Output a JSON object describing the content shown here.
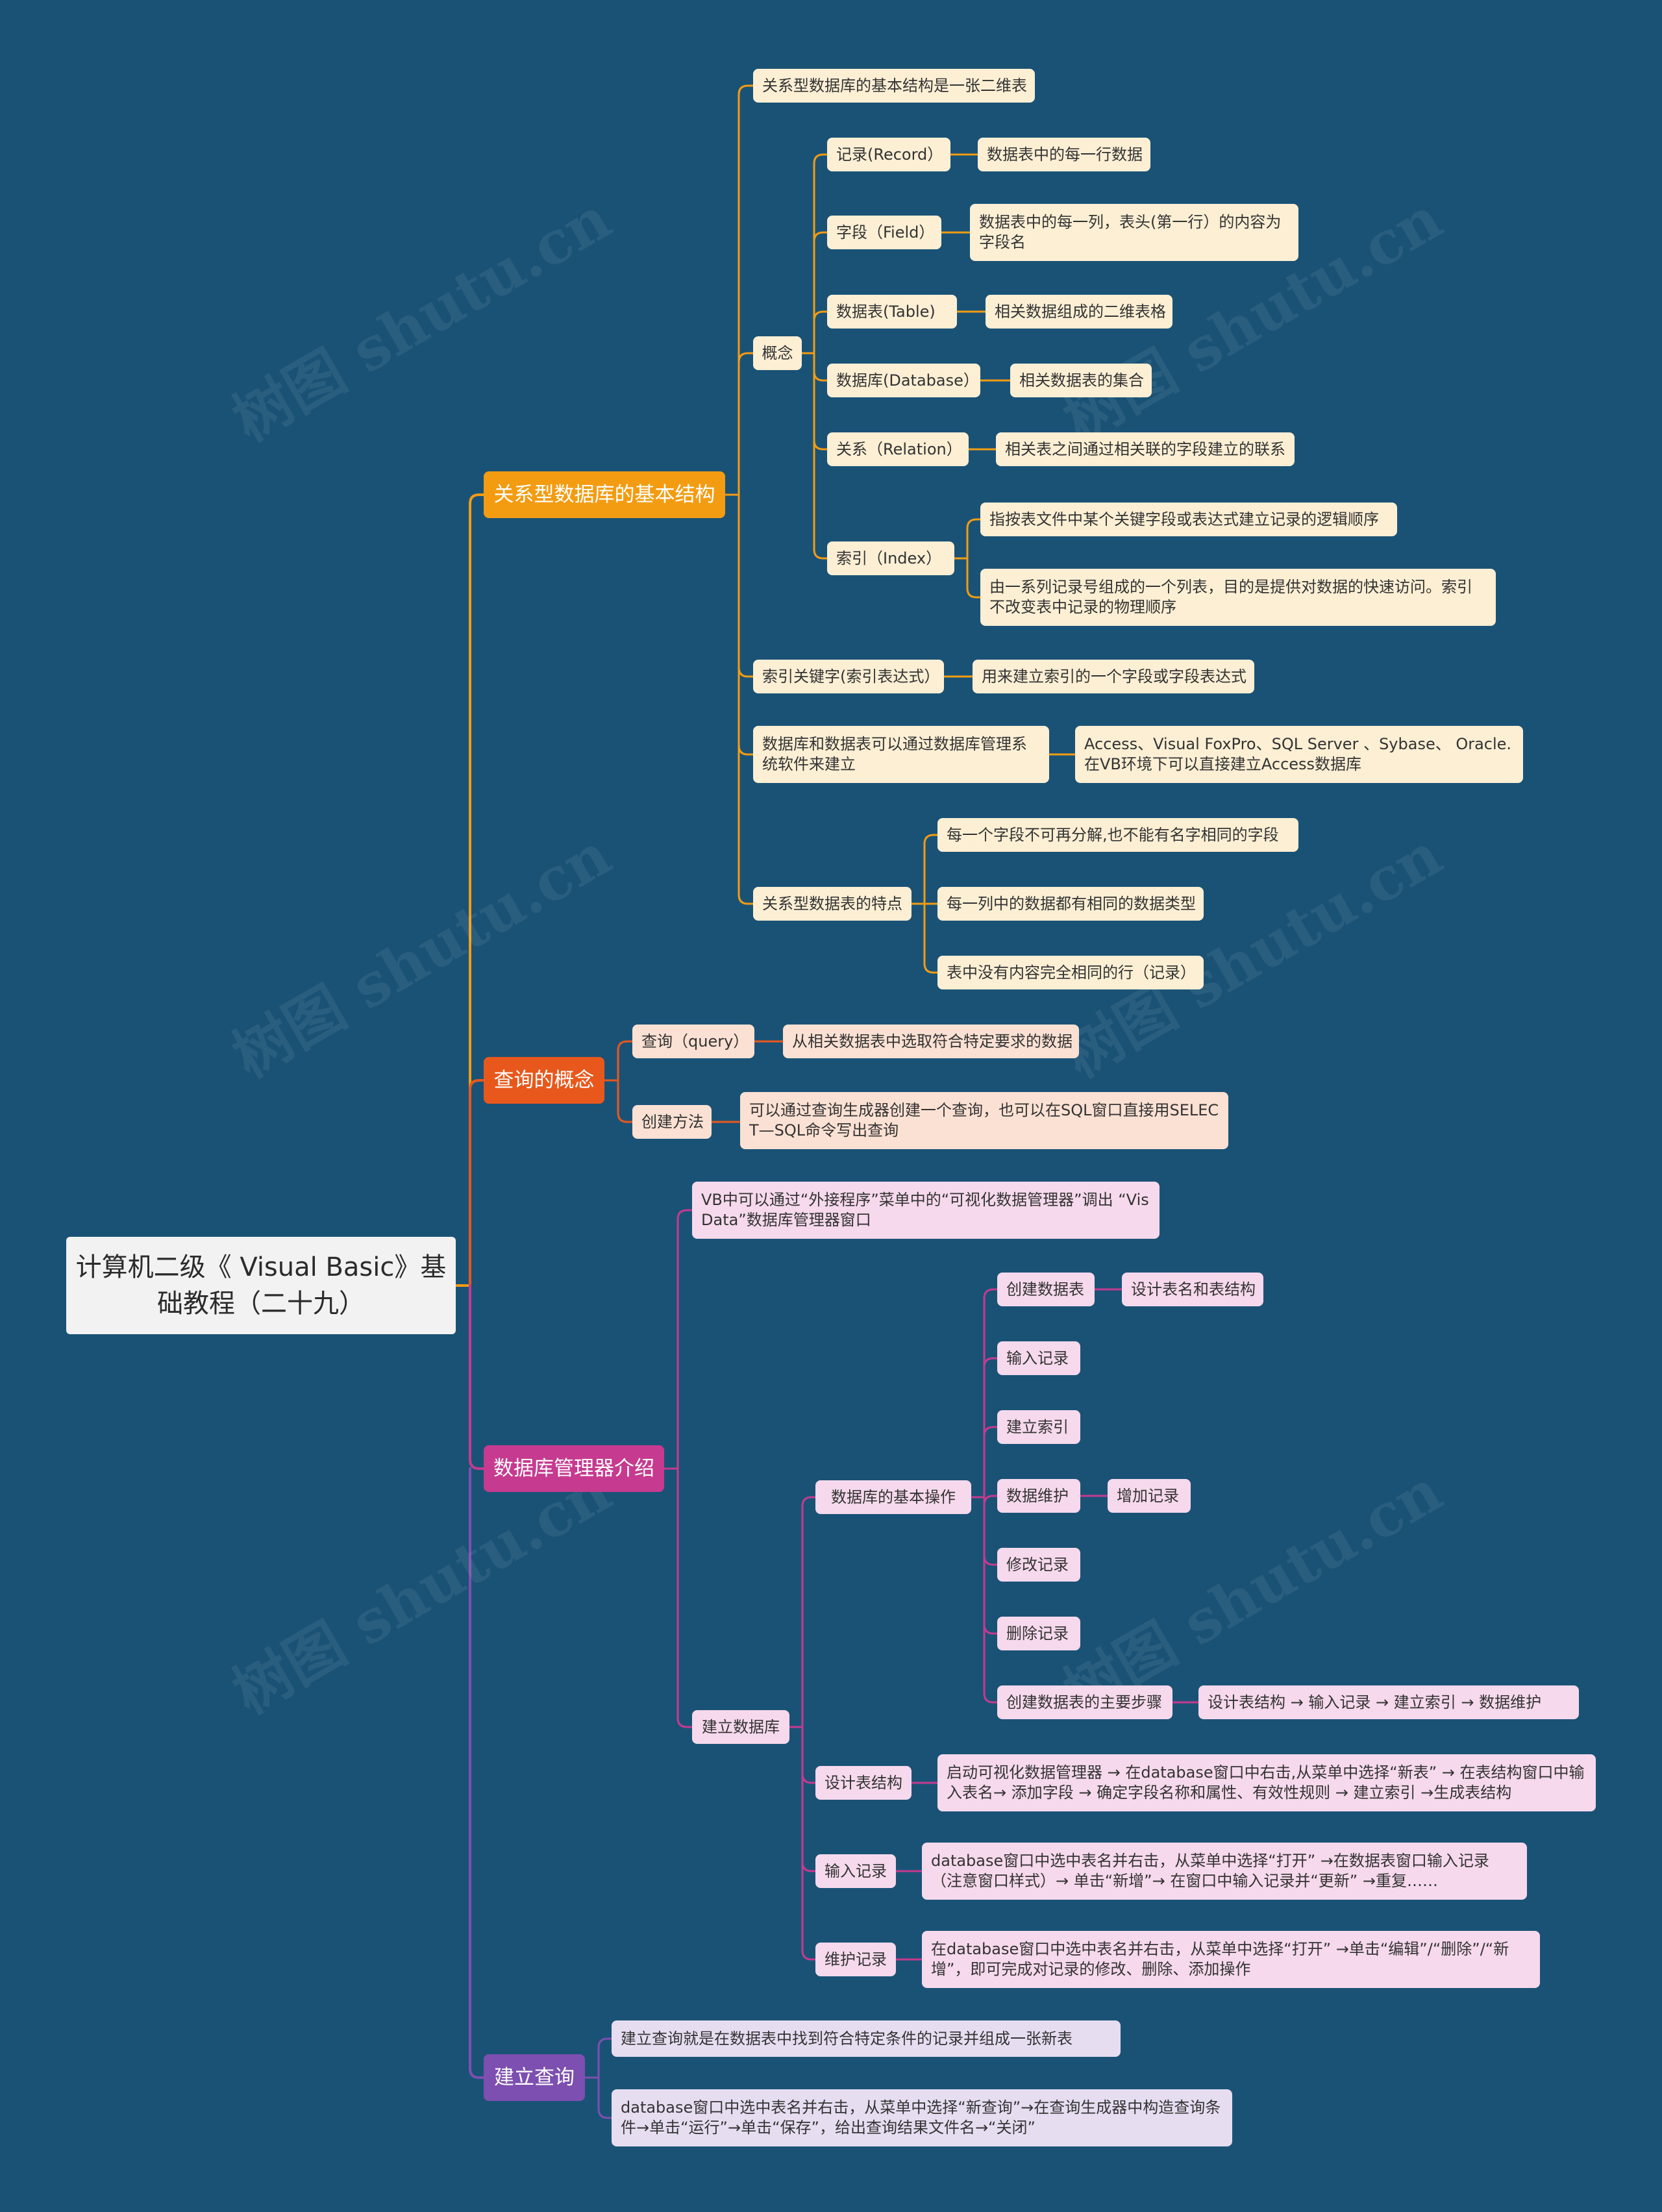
{
  "colors": {
    "background": "#1a5276",
    "branch1": "#f39c12",
    "branch2": "#e8581c",
    "branch3": "#c63a8f",
    "branch4": "#7d4fb0"
  },
  "watermark": "树图 shutu.cn",
  "root": {
    "title": "计算机二级《 Visual Basic》基础教程（二十九）"
  },
  "branch1": {
    "title": "关系型数据库的基本结构",
    "basic_structure": "关系型数据库的基本结构是一张二维表",
    "concept": {
      "label": "概念",
      "record": {
        "label": "记录(Record）",
        "desc": "数据表中的每一行数据"
      },
      "field": {
        "label": "字段（Field）",
        "desc": "数据表中的每一列，表头(第一行）的内容为字段名"
      },
      "table": {
        "label": "数据表(Table)",
        "desc": "相关数据组成的二维表格"
      },
      "database": {
        "label": "数据库(Database）",
        "desc": "相关数据表的集合"
      },
      "relation": {
        "label": "关系（Relation）",
        "desc": "相关表之间通过相关联的字段建立的联系"
      },
      "index": {
        "label": "索引（Index）",
        "desc1": "指按表文件中某个关键字段或表达式建立记录的逻辑顺序",
        "desc2": "由一系列记录号组成的一个列表，目的是提供对数据的快速访问。索引不改变表中记录的物理顺序"
      }
    },
    "index_key": {
      "label": "索引关键字(索引表达式）",
      "desc": "用来建立索引的一个字段或字段表达式"
    },
    "dbms": {
      "label": "数据库和数据表可以通过数据库管理系统软件来建立",
      "desc": "Access、Visual FoxPro、SQL Server 、Sybase、 Oracle.在VB环境下可以直接建立Access数据库"
    },
    "features": {
      "label": "关系型数据表的特点",
      "f1": "每一个字段不可再分解,也不能有名字相同的字段",
      "f2": "每一列中的数据都有相同的数据类型",
      "f3": "表中没有内容完全相同的行（记录）"
    }
  },
  "branch2": {
    "title": "查询的概念",
    "query": {
      "label": "查询（query）",
      "desc": "从相关数据表中选取符合特定要求的数据"
    },
    "method": {
      "label": "创建方法",
      "desc": "可以通过查询生成器创建一个查询，也可以在SQL窗口直接用SELECT—SQL命令写出查询"
    }
  },
  "branch3": {
    "title": "数据库管理器介绍",
    "visdata": "VB中可以通过“外接程序”菜单中的“可视化数据管理器”调出 “VisData”数据库管理器窗口",
    "build_db": "建立数据库",
    "basic_ops": {
      "label": "数据库的基本操作",
      "create_table": "创建数据表",
      "create_table_desc": "设计表名和表结构",
      "input_record": "输入记录",
      "build_index": "建立索引",
      "maintain": "数据维护",
      "add_record": "增加记录",
      "modify_record": "修改记录",
      "delete_record": "删除记录",
      "main_steps": "创建数据表的主要步骤",
      "main_steps_desc": "设计表结构 → 输入记录 → 建立索引 → 数据维护"
    },
    "design": {
      "label": "设计表结构",
      "desc": "启动可视化数据管理器 → 在database窗口中右击,从菜单中选择“新表” → 在表结构窗口中输入表名→ 添加字段 → 确定字段名称和属性、有效性规则 → 建立索引 →生成表结构"
    },
    "input": {
      "label": "输入记录",
      "desc": "database窗口中选中表名并右击，从菜单中选择“打开” →在数据表窗口输入记录（注意窗口样式）→ 单击“新增”→ 在窗口中输入记录并“更新” →重复……"
    },
    "maintain": {
      "label": "维护记录",
      "desc": "在database窗口中选中表名并右击，从菜单中选择“打开” →单击“编辑”/“删除”/“新增”，即可完成对记录的修改、删除、添加操作"
    }
  },
  "branch4": {
    "title": "建立查询",
    "d1": "建立查询就是在数据表中找到符合特定条件的记录并组成一张新表",
    "d2": "database窗口中选中表名并右击，从菜单中选择“新查询”→在查询生成器中构造查询条件→单击“运行”→单击“保存”，给出查询结果文件名→“关闭”"
  }
}
